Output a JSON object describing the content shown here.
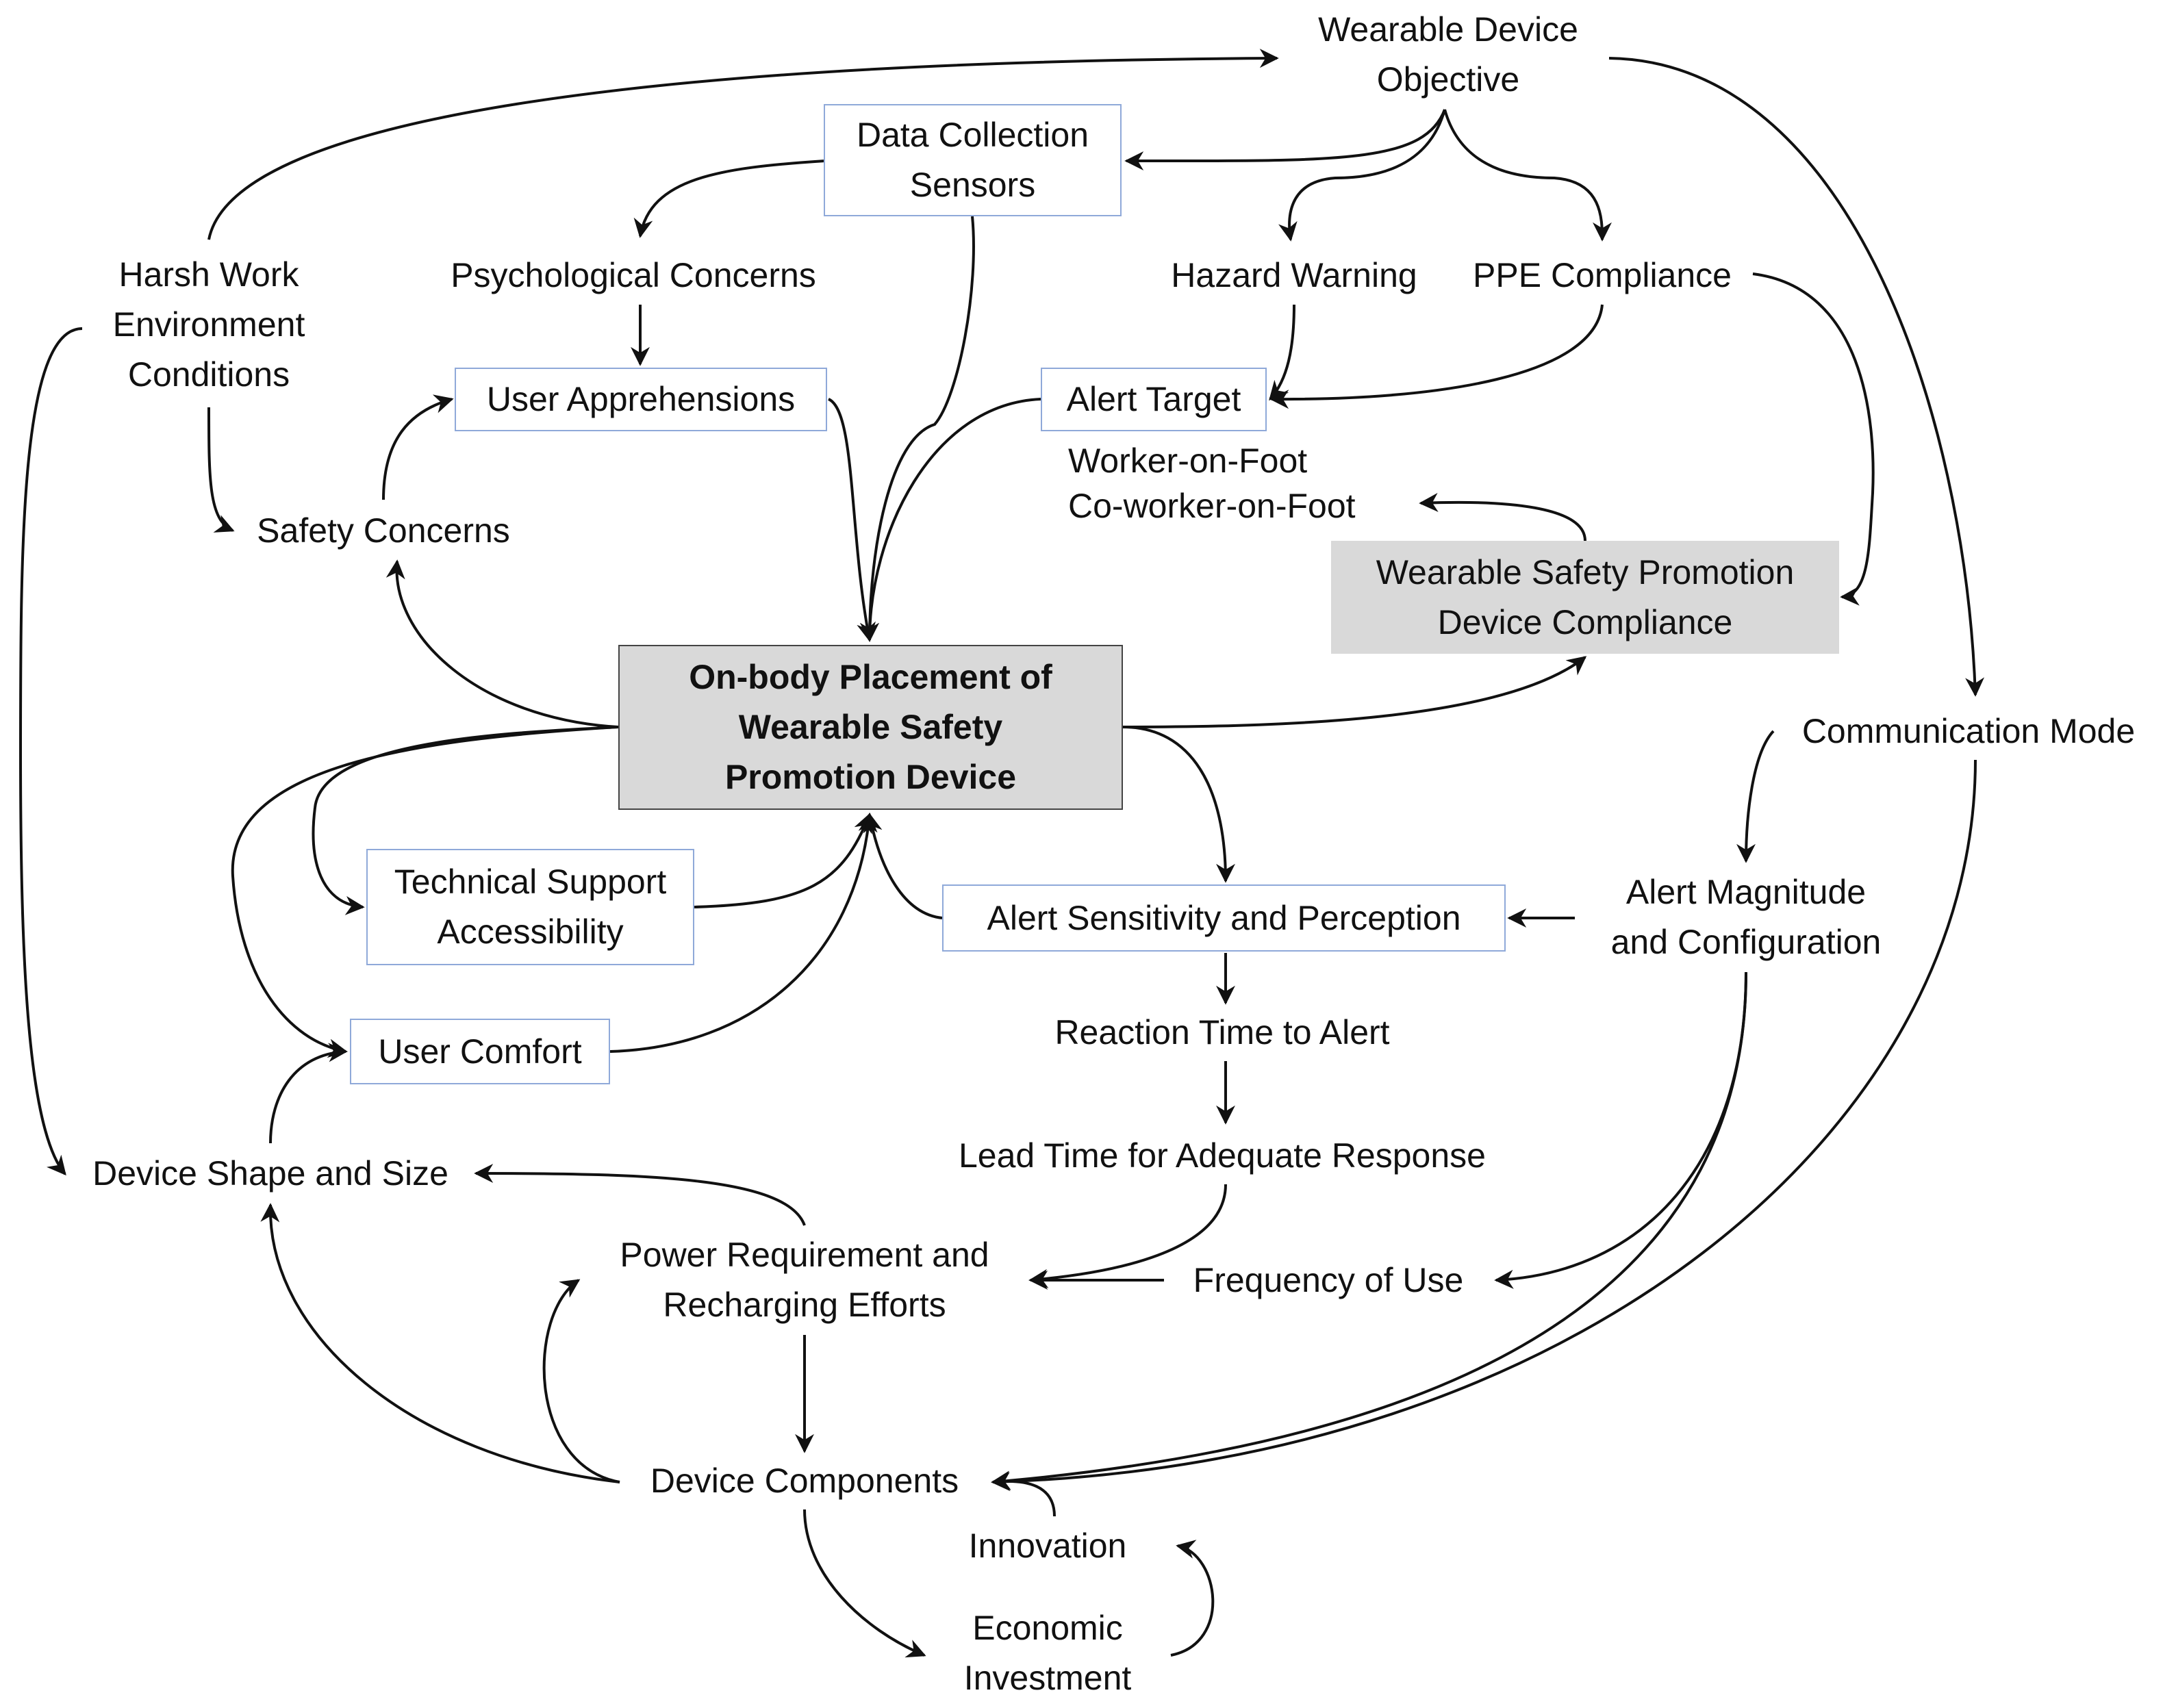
{
  "diagram": {
    "nodes": {
      "wearable_device_objective": [
        "Wearable Device",
        "Objective"
      ],
      "data_collection_sensors": [
        "Data Collection",
        "Sensors"
      ],
      "harsh_work_environment": [
        "Harsh Work",
        "Environment",
        "Conditions"
      ],
      "psychological_concerns": [
        "Psychological Concerns"
      ],
      "hazard_warning": [
        "Hazard Warning"
      ],
      "ppe_compliance": [
        "PPE Compliance"
      ],
      "user_apprehensions": [
        "User Apprehensions"
      ],
      "alert_target": [
        "Alert Target"
      ],
      "worker_on_foot": [
        "Worker-on-Foot",
        "Co-worker-on-Foot"
      ],
      "safety_concerns": [
        "Safety Concerns"
      ],
      "device_compliance": [
        "Wearable Safety Promotion",
        "Device Compliance"
      ],
      "onbody_placement": [
        "On-body Placement of",
        "Wearable Safety",
        "Promotion Device"
      ],
      "communication_mode": [
        "Communication Mode"
      ],
      "technical_support": [
        "Technical Support",
        "Accessibility"
      ],
      "alert_sensitivity": [
        "Alert Sensitivity and Perception"
      ],
      "alert_magnitude": [
        "Alert Magnitude",
        "and Configuration"
      ],
      "user_comfort": [
        "User Comfort"
      ],
      "reaction_time": [
        "Reaction Time to Alert"
      ],
      "device_shape_size": [
        "Device Shape and Size"
      ],
      "lead_time": [
        "Lead Time for Adequate Response"
      ],
      "power_requirement": [
        "Power Requirement and",
        "Recharging Efforts"
      ],
      "frequency_of_use": [
        "Frequency of Use"
      ],
      "device_components": [
        "Device Components"
      ],
      "innovation": [
        "Innovation"
      ],
      "economic_investment": [
        "Economic",
        "Investment"
      ]
    },
    "edges": [
      {
        "from": "harsh_work_environment",
        "to": "wearable_device_objective"
      },
      {
        "from": "wearable_device_objective",
        "to": "data_collection_sensors"
      },
      {
        "from": "wearable_device_objective",
        "to": "hazard_warning"
      },
      {
        "from": "wearable_device_objective",
        "to": "ppe_compliance"
      },
      {
        "from": "wearable_device_objective",
        "to": "communication_mode"
      },
      {
        "from": "data_collection_sensors",
        "to": "psychological_concerns"
      },
      {
        "from": "data_collection_sensors",
        "to": "onbody_placement"
      },
      {
        "from": "psychological_concerns",
        "to": "user_apprehensions"
      },
      {
        "from": "hazard_warning",
        "to": "alert_target"
      },
      {
        "from": "ppe_compliance",
        "to": "alert_target"
      },
      {
        "from": "ppe_compliance",
        "to": "device_compliance"
      },
      {
        "from": "user_apprehensions",
        "to": "onbody_placement"
      },
      {
        "from": "alert_target",
        "to": "onbody_placement"
      },
      {
        "from": "device_compliance",
        "to": "worker_on_foot"
      },
      {
        "from": "harsh_work_environment",
        "to": "safety_concerns"
      },
      {
        "from": "harsh_work_environment",
        "to": "device_shape_size"
      },
      {
        "from": "safety_concerns",
        "to": "user_apprehensions"
      },
      {
        "from": "onbody_placement",
        "to": "safety_concerns"
      },
      {
        "from": "onbody_placement",
        "to": "device_compliance"
      },
      {
        "from": "onbody_placement",
        "to": "alert_sensitivity"
      },
      {
        "from": "onbody_placement",
        "to": "technical_support"
      },
      {
        "from": "onbody_placement",
        "to": "user_comfort"
      },
      {
        "from": "technical_support",
        "to": "onbody_placement"
      },
      {
        "from": "user_comfort",
        "to": "onbody_placement"
      },
      {
        "from": "alert_sensitivity",
        "to": "onbody_placement"
      },
      {
        "from": "communication_mode",
        "to": "alert_magnitude"
      },
      {
        "from": "communication_mode",
        "to": "device_components"
      },
      {
        "from": "alert_magnitude",
        "to": "alert_sensitivity"
      },
      {
        "from": "alert_magnitude",
        "to": "frequency_of_use"
      },
      {
        "from": "alert_magnitude",
        "to": "device_components"
      },
      {
        "from": "alert_sensitivity",
        "to": "reaction_time"
      },
      {
        "from": "reaction_time",
        "to": "lead_time"
      },
      {
        "from": "lead_time",
        "to": "power_requirement"
      },
      {
        "from": "frequency_of_use",
        "to": "power_requirement"
      },
      {
        "from": "device_shape_size",
        "to": "user_comfort"
      },
      {
        "from": "power_requirement",
        "to": "device_shape_size"
      },
      {
        "from": "power_requirement",
        "to": "device_components"
      },
      {
        "from": "device_components",
        "to": "power_requirement"
      },
      {
        "from": "device_components",
        "to": "device_shape_size"
      },
      {
        "from": "device_components",
        "to": "economic_investment"
      },
      {
        "from": "innovation",
        "to": "device_components"
      },
      {
        "from": "economic_investment",
        "to": "innovation"
      }
    ]
  }
}
